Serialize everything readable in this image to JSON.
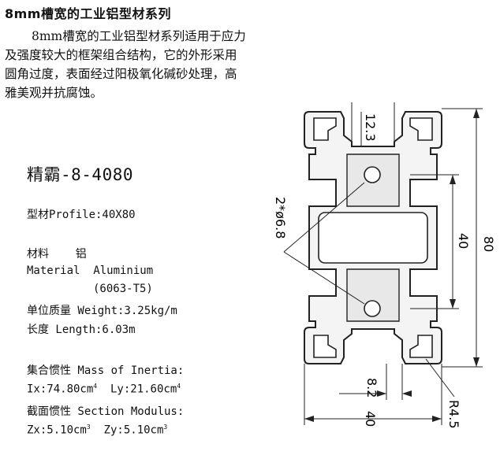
{
  "heading": "8mm槽宽的工业铝型材系列",
  "intro": [
    "8mm槽宽的工业铝型材系列适用于应力",
    "及强度较大的框架组合结构，它的外形采用",
    "圆角过度，表面经过阳极氧化碱砂处理，高",
    "雅美观并抗腐蚀。"
  ],
  "model": "精霸-8-4080",
  "specs": {
    "profile": "型材Profile:40X80",
    "material_cn": "材料    铝",
    "material_en": "Material  Aluminium",
    "alloy": "(6063-T5)",
    "weight": "单位质量 Weight:3.25kg/m",
    "length": "长度 Length:6.03m",
    "inertia_title": "集合惯性 Mass of Inertia:",
    "ix": "Ix:74.80cm",
    "ix_unit": "4",
    "ly": "Ly:21.60cm",
    "ly_unit": "4",
    "modulus_title": "截面惯性 Section Modulus:",
    "zx": "Zx:5.10cm",
    "zx_unit": "3",
    "zy": "Zy:5.10cm",
    "zy_unit": "3"
  },
  "drawing": {
    "dim_slot_depth": "12.3",
    "dim_holes": "2*ø6.8",
    "dim_inner": "40",
    "dim_total": "80",
    "dim_slot": "8.2",
    "dim_width": "40",
    "dim_radius": "R4.5"
  }
}
